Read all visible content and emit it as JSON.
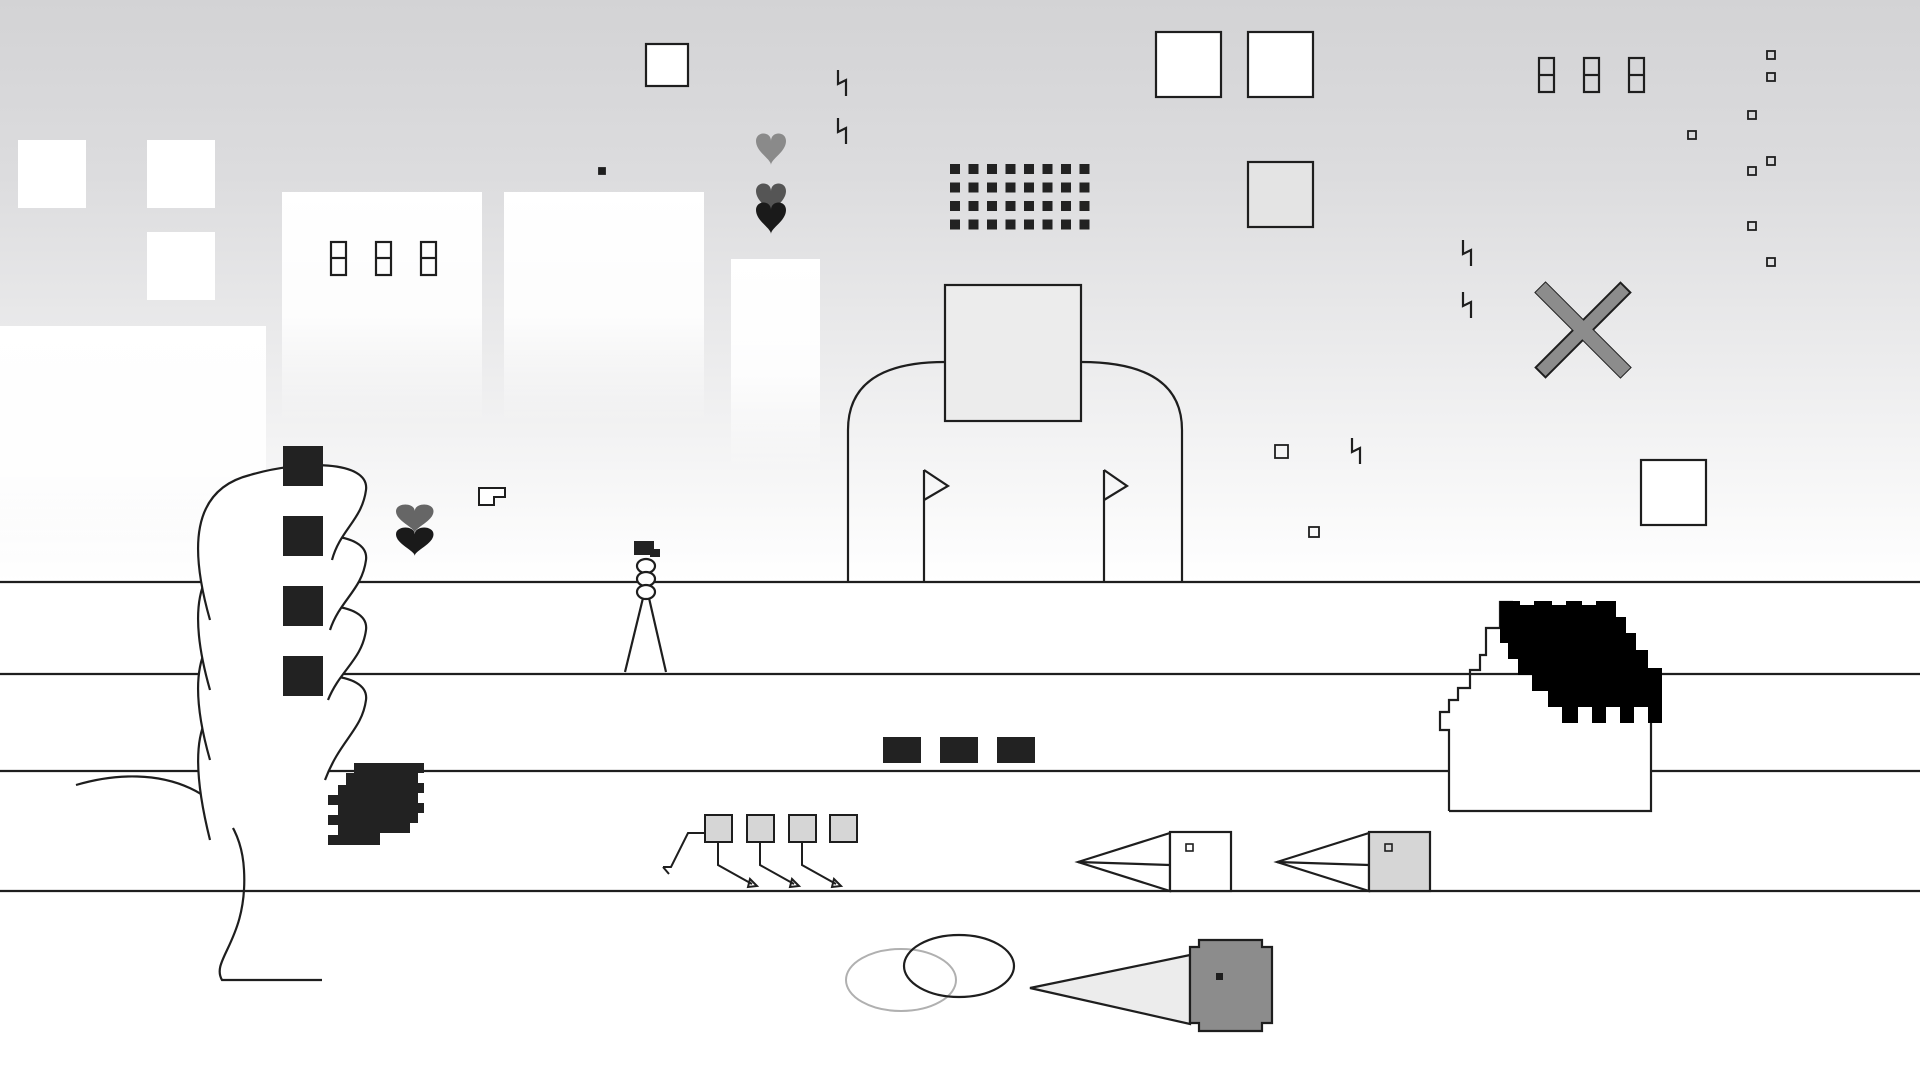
{
  "scene": {
    "type": "side-scrolling game scene",
    "style": "monochrome line art",
    "colors": {
      "sky_top": "#d3d3d5",
      "sky_bottom": "#ffffff",
      "line": "#1e1e1e",
      "dark_fill": "#222222",
      "mid_gray": "#8c8c8c",
      "light_gray": "#d6d6d6",
      "heart_light": "#8a8a8a",
      "heart_mid": "#555555",
      "heart_dark": "#1a1a1a"
    }
  },
  "hud": {
    "hearts": {
      "icon": "heart-icon",
      "shown": 3
    }
  },
  "lanes": {
    "count": 4
  },
  "gate": {
    "flags": 2
  },
  "enemies": {
    "block_squad": {
      "count": 3
    },
    "segment_crawler": {
      "segments": 4
    },
    "beak_creatures": {
      "count": 2
    },
    "cone_creature": {
      "count": 1
    }
  }
}
